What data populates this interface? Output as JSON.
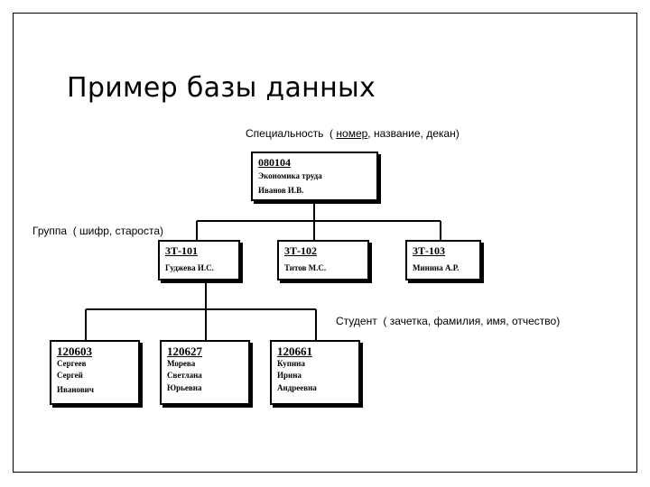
{
  "title": "Пример базы данных",
  "specialty": {
    "label_prefix": "Специальность  ( ",
    "label_key": "номер",
    "label_suffix": ", название, декан)",
    "box": {
      "code": "080104",
      "lines": [
        "Экономика труда",
        "Иванов  И.В."
      ]
    }
  },
  "group": {
    "label": "Группа  ( шифр, староста)",
    "boxes": [
      {
        "code": "3Т-101",
        "lines": [
          "Гуджева И.С."
        ]
      },
      {
        "code": "3Т-102",
        "lines": [
          "Титов  М.С."
        ]
      },
      {
        "code": "3Т-103",
        "lines": [
          "Минина А.Р."
        ]
      }
    ]
  },
  "student": {
    "label": "Студент  ( зачетка, фамилия, имя, отчество)",
    "boxes": [
      {
        "code": "120603",
        "lines": [
          "Сергеев",
          "Сергей",
          "Иванович"
        ]
      },
      {
        "code": "120627",
        "lines": [
          "Морева",
          "Светлана",
          "Юрьевна"
        ]
      },
      {
        "code": "120661",
        "lines": [
          "Купина",
          "Ирина",
          "Андреевна"
        ]
      }
    ]
  }
}
